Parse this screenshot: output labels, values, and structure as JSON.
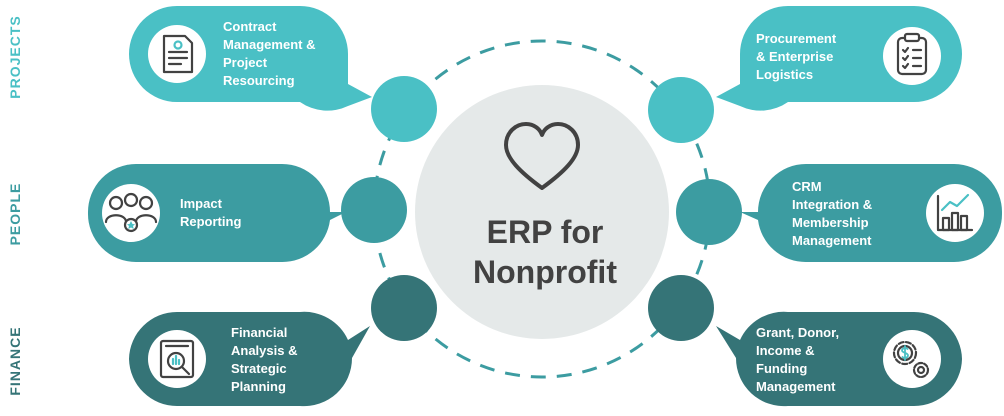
{
  "side_labels": {
    "projects": "PROJECTS",
    "people": "PEOPLE",
    "finance": "FINANCE"
  },
  "center": {
    "line1": "ERP for",
    "line2": "Nonprofit"
  },
  "items": {
    "contract": [
      "Contract",
      "Management &",
      "Project",
      "Resourcing"
    ],
    "procurement": [
      "Procurement",
      "& Enterprise",
      "Logistics"
    ],
    "impact": [
      "Impact",
      "Reporting"
    ],
    "crm": [
      "CRM",
      "Integration &",
      "Membership",
      "Management"
    ],
    "financial": [
      "Financial",
      "Analysis &",
      "Strategic",
      "Planning"
    ],
    "grant": [
      "Grant, Donor,",
      "Income &",
      "Funding",
      "Management"
    ]
  },
  "colors": {
    "projects": "#4ac0c5",
    "people": "#3c9ca1",
    "finance": "#357477",
    "center_circle": "#e5e9e9",
    "center_text": "#424242"
  },
  "icons": {
    "contract": "document-gear-icon",
    "procurement": "clipboard-checklist-icon",
    "impact": "people-star-icon",
    "crm": "growth-chart-icon",
    "financial": "analysis-report-icon",
    "grant": "money-gears-icon",
    "center": "heart-icon"
  }
}
